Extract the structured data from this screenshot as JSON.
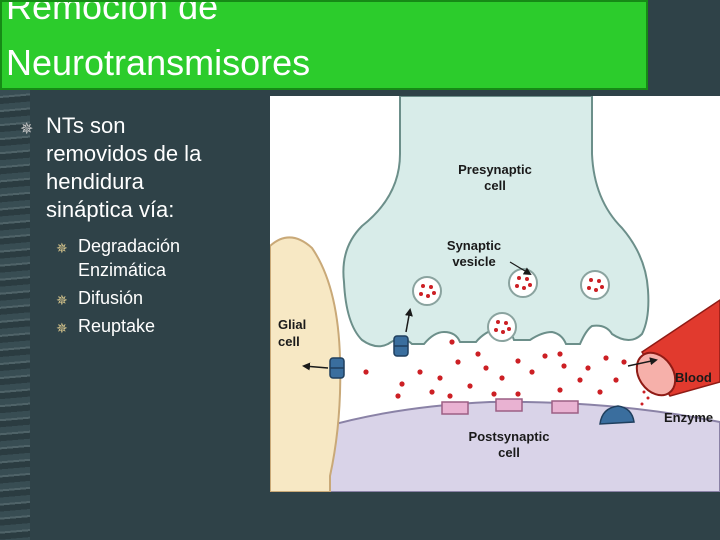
{
  "title": {
    "line1": "Remoción de",
    "line2": "Neurotransmisores"
  },
  "bullets": {
    "main": {
      "line1": "NTs son",
      "line2": "removidos de la",
      "line3": "hendidura",
      "line4": "sináptica vía:"
    },
    "sub": [
      "Degradación Enzimática",
      "Difusión",
      "Reuptake"
    ]
  },
  "figure": {
    "labels": {
      "presynaptic_1": "Presynaptic",
      "presynaptic_2": "cell",
      "vesicle_1": "Synaptic",
      "vesicle_2": "vesicle",
      "glial_1": "Glial",
      "glial_2": "cell",
      "blood": "Blood",
      "enzyme": "Enzyme",
      "postsynaptic_1": "Postsynaptic",
      "postsynaptic_2": "cell"
    }
  },
  "colors": {
    "title_bg": "#2ccc2c",
    "slide_bg": "#2f4248",
    "presynaptic": "#d8ece9",
    "postsynaptic": "#d9d3e8",
    "glial": "#f7e8c4",
    "blood": "#e13a2e",
    "transporter": "#3a6e9e",
    "neurotransmitter": "#cc1f24"
  }
}
